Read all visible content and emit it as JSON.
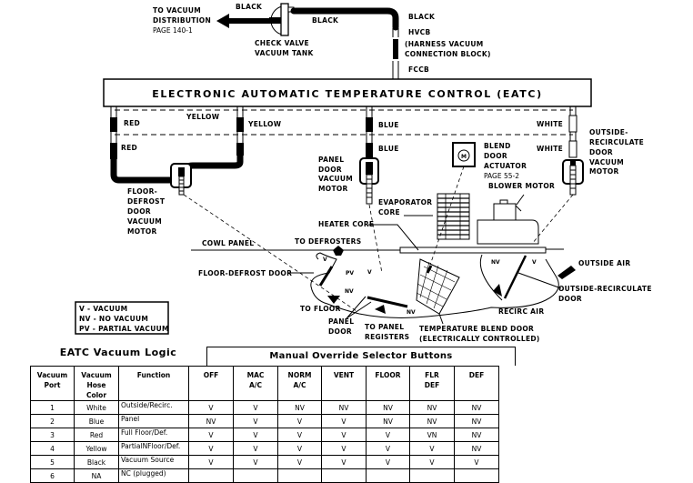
{
  "top": {
    "to_vacuum_distribution": [
      "TO VACUUM",
      "DISTRIBUTION",
      "PAGE 140-1"
    ],
    "black_left": "BLACK",
    "black_mid": "BLACK",
    "black_right": "BLACK",
    "check_valve": [
      "CHECK VALVE",
      "VACUUM TANK"
    ],
    "hvcb": "HVCB",
    "hvcb_desc": [
      "(HARNESS VACUUM",
      "CONNECTION BLOCK)"
    ],
    "fccb": "FCCB"
  },
  "eatc": {
    "title": "ELECTRONIC AUTOMATIC TEMPERATURE CONTROL (EATC)"
  },
  "hoses": {
    "red_upper": "RED",
    "red_lower": "RED",
    "yellow_mid": "YELLOW",
    "yellow_right": "YELLOW",
    "blue_upper": "BLUE",
    "blue_lower": "BLUE",
    "white_upper": "WHITE",
    "white_lower": "WHITE"
  },
  "components": {
    "floor_defrost_motor": [
      "FLOOR-",
      "DEFROST",
      "DOOR",
      "VACUUM",
      "MOTOR"
    ],
    "panel_door_motor": [
      "PANEL",
      "DOOR",
      "VACUUM",
      "MOTOR"
    ],
    "blend_door_actuator": [
      "BLEND",
      "DOOR",
      "ACTUATOR",
      "PAGE 55-2"
    ],
    "blend_motor_glyph": "M",
    "outside_recirc_motor": [
      "OUTSIDE-",
      "RECIRCULATE",
      "DOOR",
      "VACUUM",
      "MOTOR"
    ],
    "blower_motor": "BLOWER MOTOR",
    "evaporator_core": [
      "EVAPORATOR",
      "CORE"
    ],
    "heater_core": "HEATER CORE",
    "cowl_panel": "COWL PANEL",
    "to_defrosters": "TO DEFROSTERS",
    "floor_defrost_door": "FLOOR-DEFROST DOOR",
    "outside_air": "OUTSIDE AIR",
    "outside_recirc_door": [
      "OUTSIDE-RECIRCULATE",
      "DOOR"
    ],
    "recirc_air": "RECIRC AIR",
    "to_floor": "TO FLOOR",
    "panel_door": [
      "PANEL",
      "DOOR"
    ],
    "to_panel_registers": [
      "TO PANEL",
      "REGISTERS"
    ],
    "temp_blend_door": [
      "TEMPERATURE BLEND DOOR",
      "(ELECTRICALLY CONTROLLED)"
    ],
    "marks": {
      "v": "V",
      "pv": "PV",
      "nv": "NV"
    }
  },
  "legend": [
    "V - VACUUM",
    "NV - NO VACUUM",
    "PV - PARTIAL VACUUM"
  ],
  "logic_table": {
    "title": "EATC Vacuum Logic",
    "override_title": "Manual Override Selector Buttons",
    "headers": [
      "Vacuum Port",
      "Vacuum Hose Color",
      "Function",
      "OFF",
      "MAC A/C",
      "NORM A/C",
      "VENT",
      "FLOOR",
      "FLR DEF",
      "DEF"
    ],
    "header_lines": [
      [
        "Vacuum",
        "Port"
      ],
      [
        "Vacuum Hose",
        "Color"
      ],
      [
        "Function"
      ],
      [
        "OFF"
      ],
      [
        "MAC",
        "A/C"
      ],
      [
        "NORM",
        "A/C"
      ],
      [
        "VENT"
      ],
      [
        "FLOOR"
      ],
      [
        "FLR",
        "DEF"
      ],
      [
        "DEF"
      ]
    ],
    "rows": [
      [
        "1",
        "White",
        "Outside/Recirc.",
        "V",
        "V",
        "NV",
        "NV",
        "NV",
        "NV",
        "NV"
      ],
      [
        "2",
        "Blue",
        "Panel",
        "NV",
        "V",
        "V",
        "V",
        "NV",
        "NV",
        "NV"
      ],
      [
        "3",
        "Red",
        "Full Floor/Def.",
        "V",
        "V",
        "V",
        "V",
        "V",
        "VN",
        "NV"
      ],
      [
        "4",
        "Yellow",
        "PartialNFloor/Def.",
        "V",
        "V",
        "V",
        "V",
        "V",
        "V",
        "NV"
      ],
      [
        "5",
        "Black",
        "Vacuum Source",
        "V",
        "V",
        "V",
        "V",
        "V",
        "V",
        "V"
      ],
      [
        "6",
        "NA",
        "NC (plugged)",
        "",
        "",
        "",
        "",
        "",
        "",
        ""
      ]
    ]
  }
}
